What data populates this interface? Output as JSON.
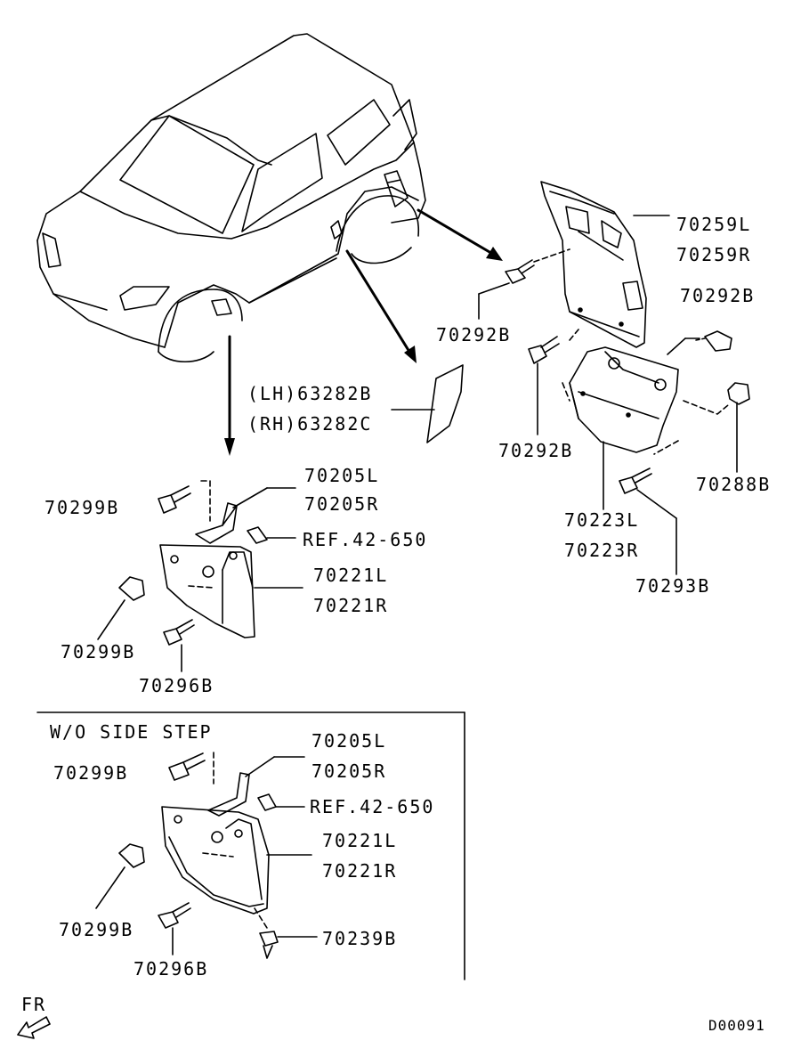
{
  "labels": {
    "p70259L": "70259L",
    "p70259R": "70259R",
    "p70292B_a": "70292B",
    "p70292B_b": "70292B",
    "p70292B_c": "70292B",
    "p63282B": "(LH)63282B",
    "p63282C": "(RH)63282C",
    "p70288B": "70288B",
    "p70223L": "70223L",
    "p70223R": "70223R",
    "p70293B": "70293B",
    "p70205L_a": "70205L",
    "p70205R_a": "70205R",
    "p70299B_a": "70299B",
    "ref_a": "REF.42-650",
    "p70221L_a": "70221L",
    "p70221R_a": "70221R",
    "p70299B_b": "70299B",
    "p70296B_a": "70296B",
    "box_title": "W/O SIDE STEP",
    "p70205L_b": "70205L",
    "p70205R_b": "70205R",
    "p70299B_c": "70299B",
    "ref_b": "REF.42-650",
    "p70221L_b": "70221L",
    "p70221R_b": "70221R",
    "p70299B_d": "70299B",
    "p70239B": "70239B",
    "p70296B_b": "70296B",
    "fr": "FR",
    "diagram_code": "D00091"
  },
  "icons": {
    "front_arrow": "fr-arrow-icon"
  }
}
